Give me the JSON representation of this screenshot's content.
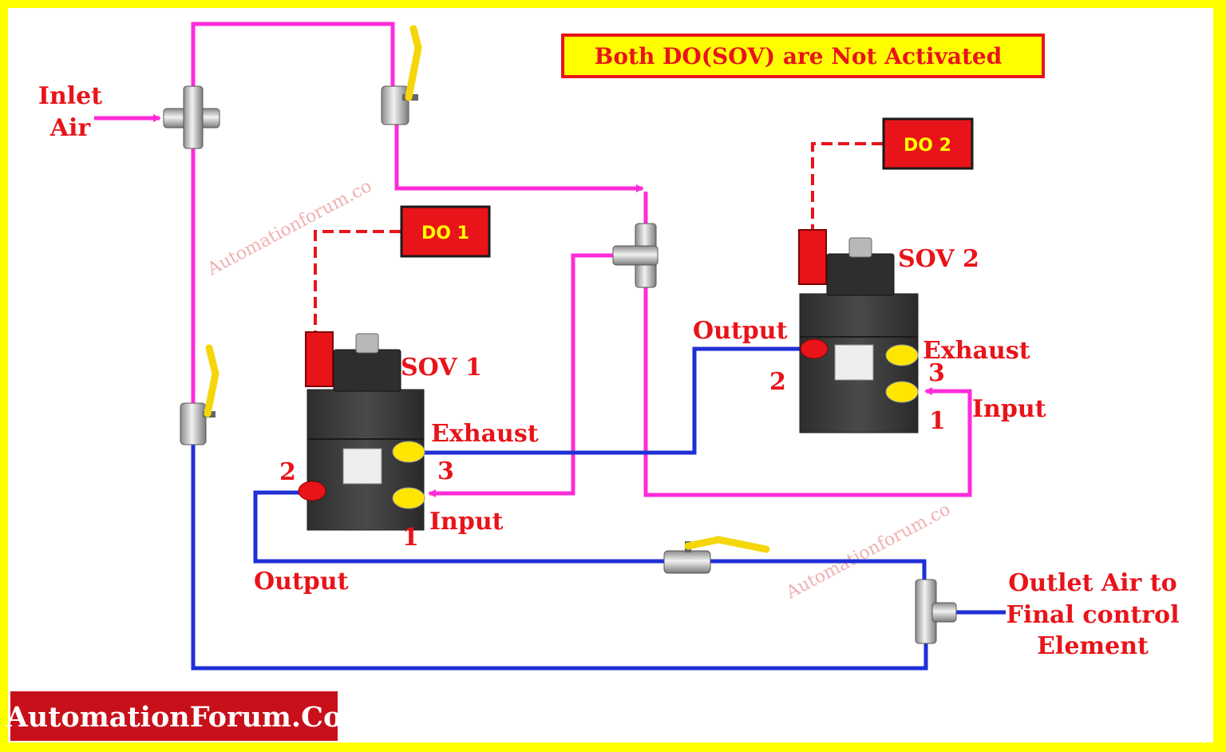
{
  "title": "Both DO(SOV) are Not Activated",
  "colors": {
    "frame": "#ffff00",
    "air_supply": "#ff2bd9",
    "output_line": "#1f2fd6",
    "signal": "#e8141a",
    "label": "#e8141a"
  },
  "labels": {
    "inlet_line1": "Inlet",
    "inlet_line2": "Air",
    "do1": "DO 1",
    "do2": "DO 2",
    "sov1": "SOV 1",
    "sov2": "SOV 2",
    "sov1_exhaust": "Exhaust",
    "sov1_input": "Input",
    "sov1_output": "Output",
    "sov1_port1": "1",
    "sov1_port2": "2",
    "sov1_port3": "3",
    "sov2_exhaust": "Exhaust",
    "sov2_input": "Input",
    "sov2_output": "Output",
    "sov2_port1": "1",
    "sov2_port2": "2",
    "sov2_port3": "3",
    "outlet_line1": "Outlet Air to",
    "outlet_line2": "Final control",
    "outlet_line3": "Element"
  },
  "watermarks": [
    "Automationforum.co",
    "Automationforum.co"
  ],
  "brand": "AutomationForum.Co"
}
